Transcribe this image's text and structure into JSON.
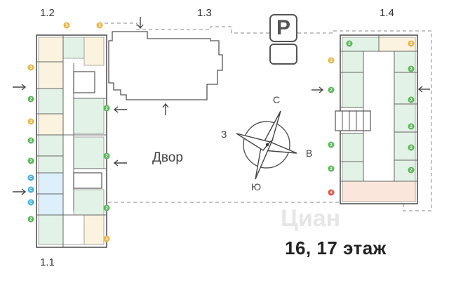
{
  "buildings": {
    "b11": "1.1",
    "b12": "1.2",
    "b13": "1.3",
    "b14": "1.4"
  },
  "yard_label": "Двор",
  "floor_label": "16, 17 этаж",
  "parking_label": "P",
  "watermark": "Циан",
  "compass": {
    "north": "С",
    "south": "Ю",
    "east": "В",
    "west": "З"
  },
  "colors": {
    "wall": "#555555",
    "room_green": "#e3f2e6",
    "room_yellow": "#fbf3df",
    "room_blue": "#dceffa",
    "room_peach": "#fbe6dc",
    "badge_green": "#5cb85c",
    "badge_yellow": "#e6b84c",
    "badge_blue": "#4aaee0",
    "badge_red": "#e0584a"
  }
}
